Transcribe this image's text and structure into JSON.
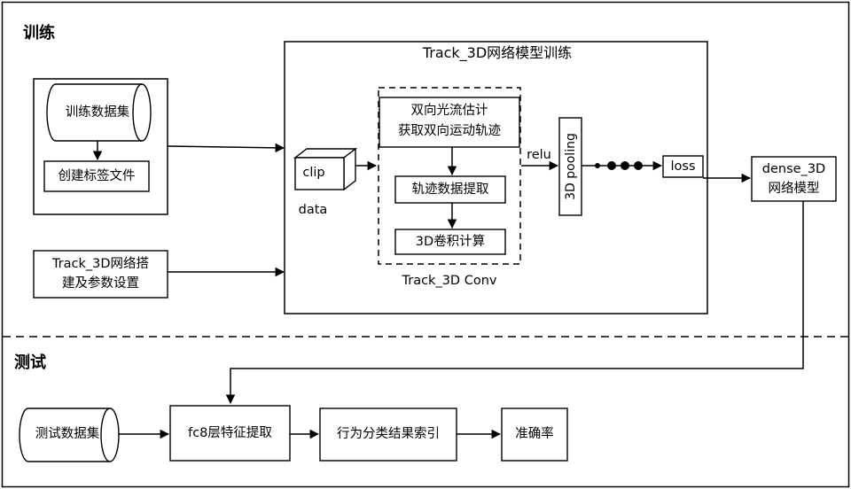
{
  "sections": {
    "train": "训练",
    "test": "测试"
  },
  "train_panel": {
    "title": "Track_3D网络模型训练"
  },
  "dataset_box": {
    "cylinder": "训练数据集",
    "label_file": "创建标签文件"
  },
  "network_setup": {
    "line1": "Track_3D网络搭",
    "line2": "建及参数设置"
  },
  "input_cube": {
    "label": "clip",
    "caption": "data"
  },
  "conv_block": {
    "caption": "Track_3D Conv",
    "flow_line1": "双向光流估计",
    "flow_line2": "获取双向运动轨迹",
    "trajectory": "轨迹数据提取",
    "conv3d": "3D卷积计算"
  },
  "relu_label": "relu",
  "pooling_label": "3D pooling",
  "loss_label": "loss",
  "dense_model": {
    "line1": "dense_3D",
    "line2": "网络模型"
  },
  "test_pipeline": {
    "dataset": "测试数据集",
    "feature": "fc8层特征提取",
    "classify": "行为分类结果索引",
    "accuracy": "准确率"
  }
}
